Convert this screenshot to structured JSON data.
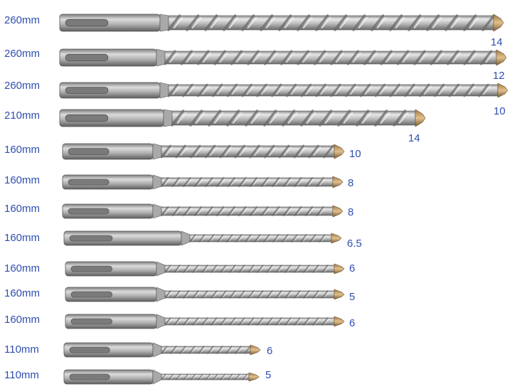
{
  "colors": {
    "label": "#2f4fb0",
    "steel_light": "#e4e4e4",
    "steel_mid": "#b4b4b4",
    "steel_dark": "#6e6e6e",
    "carbide_tip": "#c8a06a"
  },
  "bits": [
    {
      "length": "260mm",
      "diameter": "14"
    },
    {
      "length": "260mm",
      "diameter": "12"
    },
    {
      "length": "260mm",
      "diameter": "10"
    },
    {
      "length": "210mm",
      "diameter": "14"
    },
    {
      "length": "160mm",
      "diameter": "10"
    },
    {
      "length": "160mm",
      "diameter": "8"
    },
    {
      "length": "160mm",
      "diameter": "8"
    },
    {
      "length": "160mm",
      "diameter": "6.5"
    },
    {
      "length": "160mm",
      "diameter": "6"
    },
    {
      "length": "160mm",
      "diameter": "5"
    },
    {
      "length": "160mm",
      "diameter": "6"
    },
    {
      "length": "110mm",
      "diameter": "6"
    },
    {
      "length": "110mm",
      "diameter": "5"
    }
  ]
}
